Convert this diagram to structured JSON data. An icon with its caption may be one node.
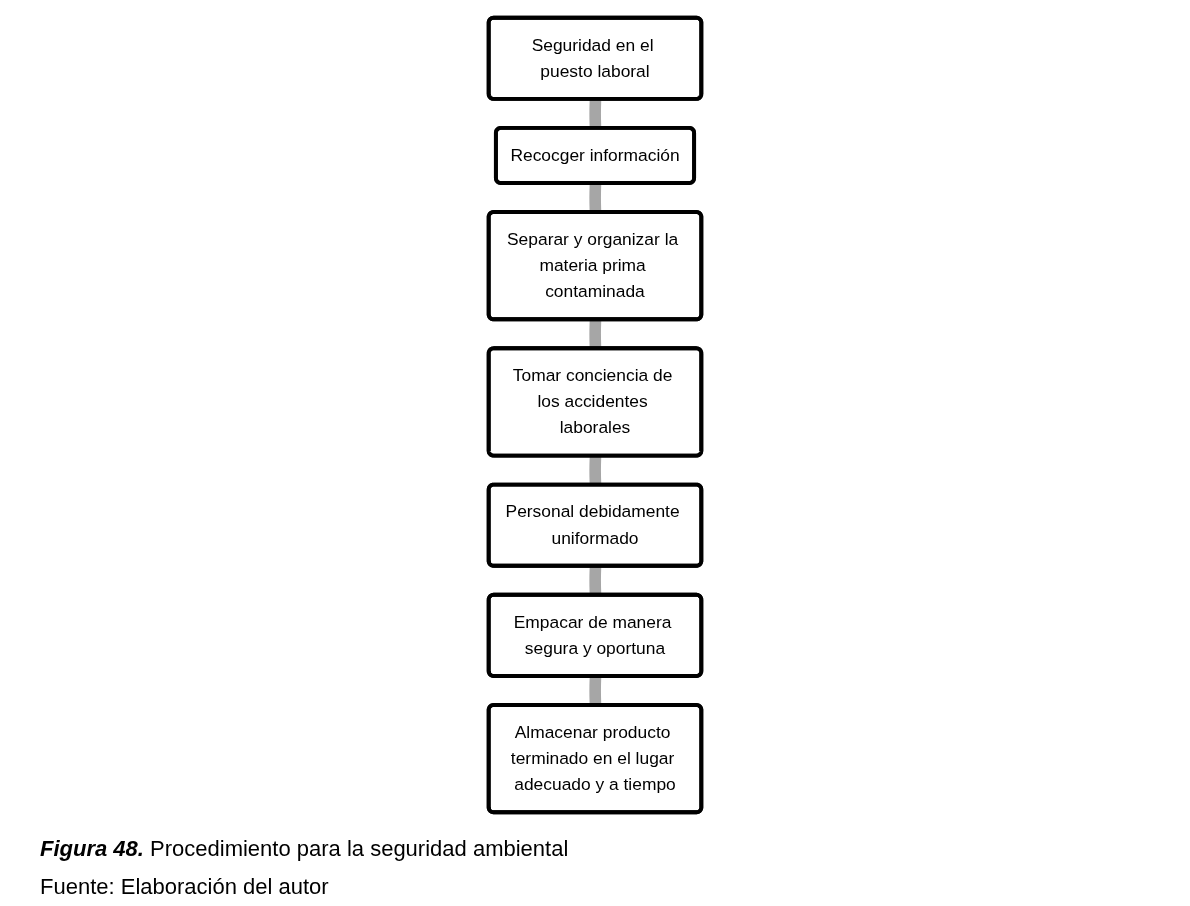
{
  "diagram": {
    "caption": "**Figura 48.** Procedimiento para la seguridad ambiental",
    "nodes": [
      {
        "text": [
          "Seguridad en el puesto laboral"
        ]
      },
      {
        "text": [
          "Recocger información"
        ]
      },
      {
        "text": [
          "Separar y organizar la materia prima contaminada"
        ]
      },
      {
        "text": [
          "Tomar conciencia de los accidentes laborales"
        ]
      },
      {
        "text": [
          "Personal debidamente uniformado"
        ]
      },
      {
        "text": [
          "Empacar de manera segura y oportuna"
        ]
      },
      {
        "text": [
          "Almacenar producto terminado en el lugar adecuado y a tiempo"
        ]
      }
    ],
    "edges": [
      {
        "from": 0,
        "to": 1,
        "arrow": "none"
      },
      {
        "from": 1,
        "to": 2,
        "arrow": "none"
      },
      {
        "from": 2,
        "to": 3,
        "arrow": "none"
      },
      {
        "from": 3,
        "to": 4,
        "arrow": "none"
      },
      {
        "from": 4,
        "to": 5,
        "arrow": "none"
      },
      {
        "from": 5,
        "to": 6,
        "arrow": "none"
      }
    ],
    "labels": [
      "Fuente: Elaboración del autor"
    ]
  }
}
